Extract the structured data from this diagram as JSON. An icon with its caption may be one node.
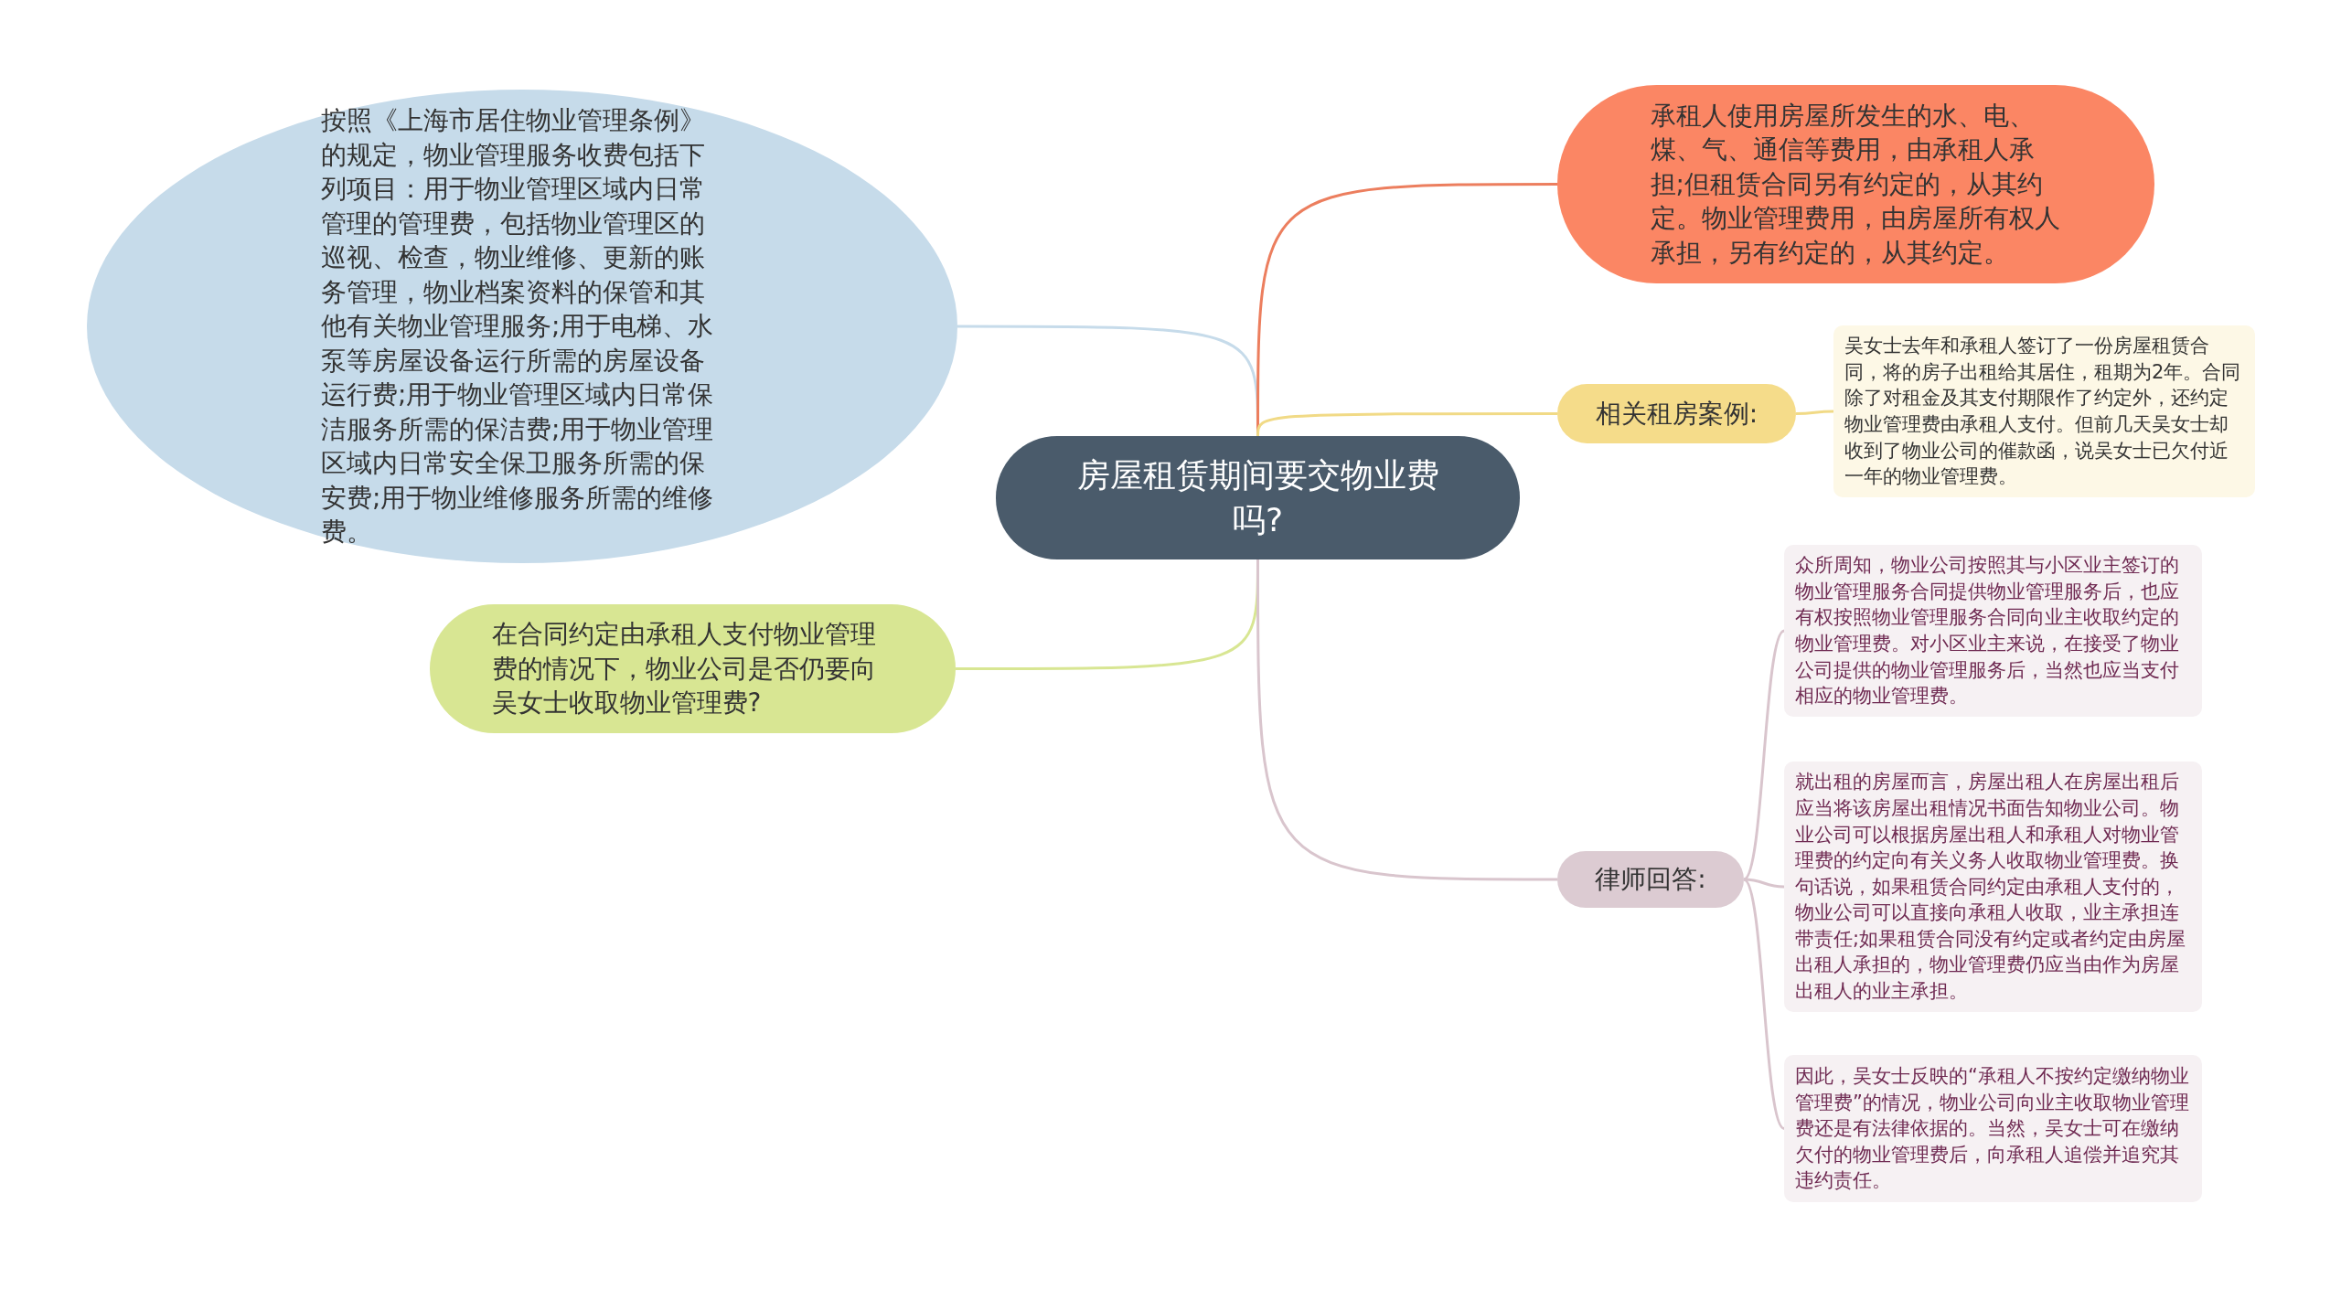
{
  "diagram": {
    "nodes": [
      {
        "text": [
          "房屋租赁期间要交物业费吗?"
        ]
      },
      {
        "text": [
          "按照《上海市居住物业管理条例》的规定，物业管理服务收费包括下列项目：用于物业管理区域内日常管理的管理费，包括物业管理区的巡视、检查，物业维修、更新的账务管理，物业档案资料的保管和其他有关物业管理服务;用于电梯、水泵等房屋设备运行所需的房屋设备运行费;用于物业管理区域内日常保洁服务所需的保洁费;用于物业管理区域内日常安全保卫服务所需的保安费;用于物业维修服务所需的维修费。"
        ]
      },
      {
        "text": [
          "在合同约定由承租人支付物业管理费的情况下，物业公司是否仍要向吴女士收取物业管理费?"
        ]
      },
      {
        "text": [
          "承租人使用房屋所发生的水、电、煤、气、通信等费用，由承租人承担;但租赁合同另有约定的，从其约定。物业管理费用，由房屋所有权人承担，另有约定的，从其约定。"
        ]
      },
      {
        "text": [
          "相关租房案例:"
        ]
      },
      {
        "text": [
          "吴女士去年和承租人签订了一份房屋租赁合同，将的房子出租给其居住，租期为2年。合同除了对租金及其支付期限作了约定外，还约定物业管理费由承租人支付。但前几天吴女士却收到了物业公司的催款函，说吴女士已欠付近一年的物业管理费。"
        ]
      },
      {
        "text": [
          "律师回答:"
        ]
      },
      {
        "text": [
          "众所周知，物业公司按照其与小区业主签订的物业管理服务合同提供物业管理服务后，也应有权按照物业管理服务合同向业主收取约定的物业管理费。对小区业主来说，在接受了物业公司提供的物业管理服务后，当然也应当支付相应的物业管理费。"
        ]
      },
      {
        "text": [
          "就出租的房屋而言，房屋出租人在房屋出租后应当将该房屋出租情况书面告知物业公司。物业公司可以根据房屋出租人和承租人对物业管理费的约定向有关义务人收取物业管理费。换句话说，如果租赁合同约定由承租人支付的，物业公司可以直接向承租人收取，业主承担连带责任;如果租赁合同没有约定或者约定由房屋出租人承担的，物业管理费仍应当由作为房屋出租人的业主承担。"
        ]
      },
      {
        "text": [
          "因此，吴女士反映的“承租人不按约定缴纳物业管理费”的情况，物业公司向业主收取物业管理费还是有法律依据的。当然，吴女士可在缴纳欠付的物业管理费后，向承租人追偿并追究其违约责任。"
        ]
      }
    ],
    "edges": [
      {
        "from": 0,
        "to": 1,
        "arrow": "none",
        "color": "#c6dbea"
      },
      {
        "from": 0,
        "to": 2,
        "arrow": "none",
        "color": "#d8e693"
      },
      {
        "from": 0,
        "to": 3,
        "arrow": "none",
        "color": "#ec7e5e"
      },
      {
        "from": 0,
        "to": 4,
        "arrow": "none",
        "color": "#f1da86"
      },
      {
        "from": 4,
        "to": 5,
        "arrow": "none",
        "color": "#f1da86"
      },
      {
        "from": 0,
        "to": 6,
        "arrow": "none",
        "color": "#d9c5cd"
      },
      {
        "from": 6,
        "to": 7,
        "arrow": "none",
        "color": "#d9c5cd"
      },
      {
        "from": 6,
        "to": 8,
        "arrow": "none",
        "color": "#d9c5cd"
      },
      {
        "from": 6,
        "to": 9,
        "arrow": "none",
        "color": "#d9c5cd"
      }
    ]
  }
}
